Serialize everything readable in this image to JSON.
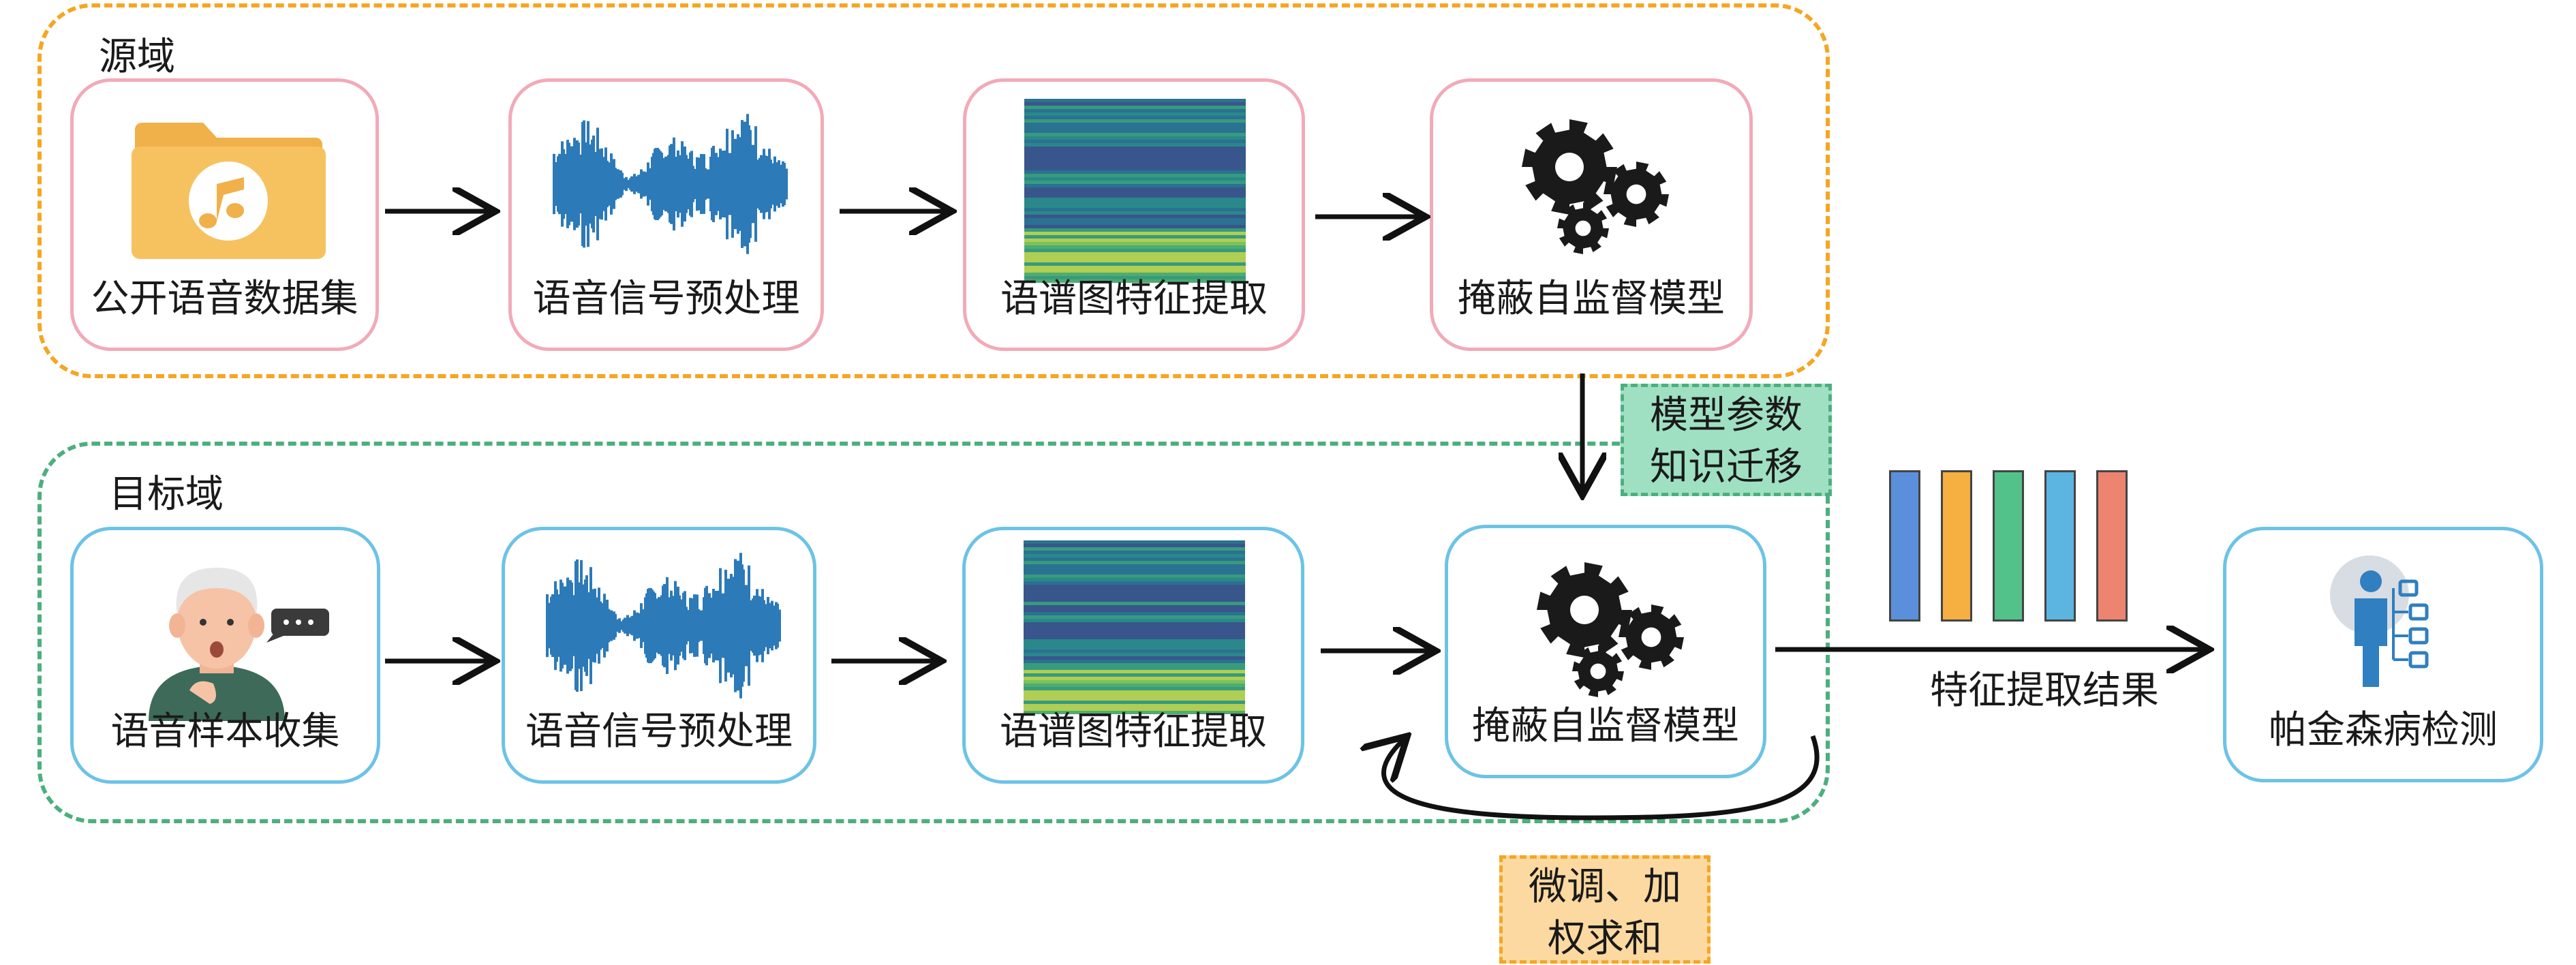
{
  "source_domain": {
    "label": "源域",
    "nodes": [
      {
        "label": "公开语音数据集",
        "icon": "music-folder-icon"
      },
      {
        "label": "语音信号预处理",
        "icon": "waveform-icon"
      },
      {
        "label": "语谱图特征提取",
        "icon": "spectrogram-icon"
      },
      {
        "label": "掩蔽自监督模型",
        "icon": "gears-icon"
      }
    ]
  },
  "target_domain": {
    "label": "目标域",
    "nodes": [
      {
        "label": "语音样本收集",
        "icon": "elderly-speaker-icon"
      },
      {
        "label": "语音信号预处理",
        "icon": "waveform-icon"
      },
      {
        "label": "语谱图特征提取",
        "icon": "spectrogram-icon"
      },
      {
        "label": "掩蔽自监督模型",
        "icon": "gears-icon"
      }
    ]
  },
  "transfer_note": {
    "line1": "模型参数",
    "line2": "知识迁移"
  },
  "finetune_note": {
    "line1": "微调、加",
    "line2": "权求和"
  },
  "feature_result": {
    "label": "特征提取结果",
    "bar_colors": [
      "#5b8fdc",
      "#f5b041",
      "#52c28a",
      "#5bb5e0",
      "#ec8470"
    ]
  },
  "detection": {
    "label": "帕金森病检测",
    "icon": "person-analysis-icon"
  },
  "colors": {
    "source_border": "#f5a623",
    "target_border": "#4caf7d",
    "pink_node": "#f2aab8",
    "blue_node": "#6cc3e6"
  }
}
